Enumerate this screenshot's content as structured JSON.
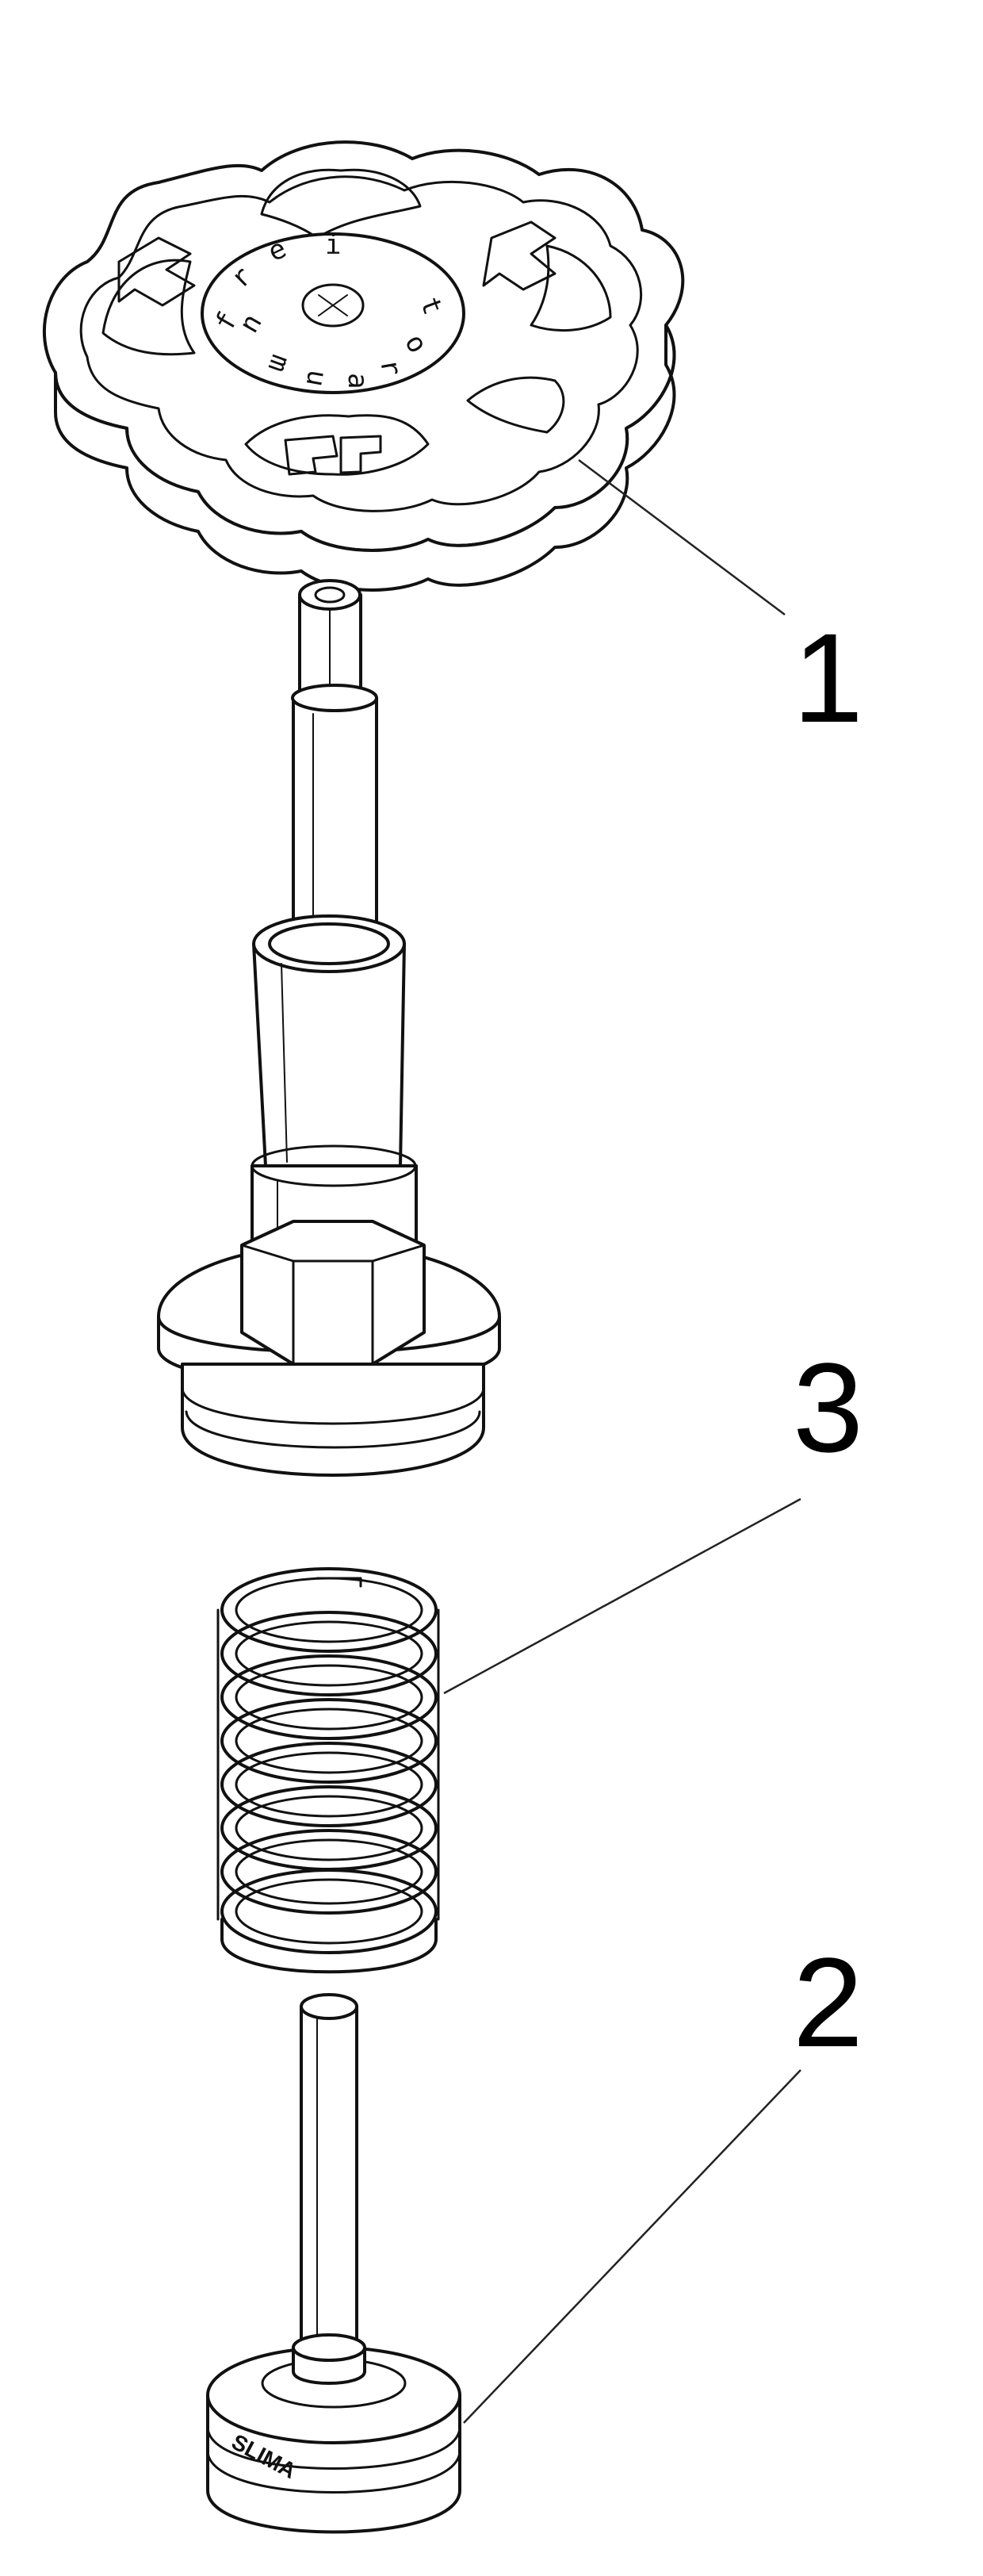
{
  "diagram": {
    "parts": [
      {
        "callout": "1",
        "label": "handwheel-and-spindle-assembly"
      },
      {
        "callout": "3",
        "label": "spring"
      },
      {
        "callout": "2",
        "label": "valve-plunger"
      }
    ],
    "handwheel_rim_letters": [
      "f",
      "r",
      "e",
      "i",
      "t",
      "o",
      "r",
      "a",
      "u",
      "m",
      "u"
    ],
    "plunger_marking": "SLIMA"
  }
}
